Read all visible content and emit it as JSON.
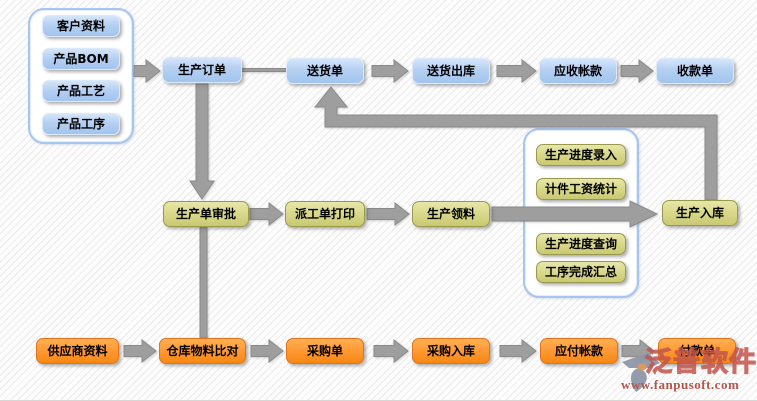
{
  "palette": {
    "node_blue": "#b4d0f2",
    "node_olive": "#d8d88a",
    "node_orange": "#ff9933",
    "connector_gray": "#9e9e9e",
    "container_border_blue": "#a6c6ef",
    "brand_red": "#b4574a",
    "brand_gray": "#8d96a8"
  },
  "groups": {
    "basic_data": {
      "items": [
        {
          "label": "客户资料"
        },
        {
          "label": "产品BOM"
        },
        {
          "label": "产品工艺"
        },
        {
          "label": "产品工序"
        }
      ]
    },
    "production_tracking": {
      "items": [
        {
          "label": "生产进度录入"
        },
        {
          "label": "计件工资统计"
        },
        {
          "label": "生产进度查询"
        },
        {
          "label": "工序完成汇总"
        }
      ]
    }
  },
  "nodes": {
    "production_order": {
      "label": "生产订单"
    },
    "delivery_note": {
      "label": "送货单"
    },
    "delivery_outbound": {
      "label": "送货出库"
    },
    "accounts_receivable": {
      "label": "应收帐款"
    },
    "receipt_note": {
      "label": "收款单"
    },
    "production_order_approval": {
      "label": "生产单审批"
    },
    "dispatch_sheet_print": {
      "label": "派工单打印"
    },
    "production_picking": {
      "label": "生产领料"
    },
    "production_inbound": {
      "label": "生产入库"
    },
    "supplier_data": {
      "label": "供应商资料"
    },
    "warehouse_material_compare": {
      "label": "仓库物料比对"
    },
    "purchase_order": {
      "label": "采购单"
    },
    "purchase_inbound": {
      "label": "采购入库"
    },
    "accounts_payable": {
      "label": "应付帐款"
    },
    "payment_note": {
      "label": "付款单"
    }
  },
  "watermark": {
    "brand": "泛普软件",
    "url": "www.fanpusoft.com"
  }
}
